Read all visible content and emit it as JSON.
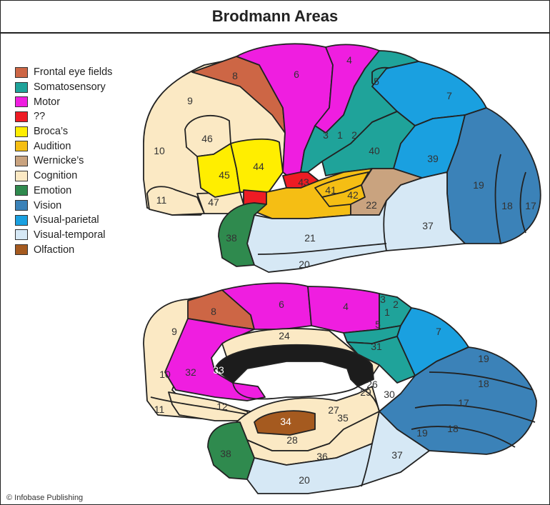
{
  "title": "Brodmann Areas",
  "copyright": "© Infobase Publishing",
  "colors": {
    "frontal_eye_fields": "#cd6645",
    "somatosensory": "#1fa39a",
    "motor": "#ef1ee0",
    "unknown": "#ee1c24",
    "brocas": "#ffee00",
    "audition": "#f5be14",
    "wernickes": "#c9a37f",
    "cognition": "#fbe9c4",
    "emotion": "#2f8a4e",
    "vision": "#3b82b8",
    "visual_parietal": "#1aa0e0",
    "visual_temporal": "#d6e8f5",
    "olfaction": "#a55a1f",
    "callosum": "#1c1c1c"
  },
  "legend": [
    {
      "label": "Frontal eye fields",
      "color": "#cd6645"
    },
    {
      "label": "Somatosensory",
      "color": "#1fa39a"
    },
    {
      "label": "Motor",
      "color": "#ef1ee0"
    },
    {
      "label": "??",
      "color": "#ee1c24"
    },
    {
      "label": "Broca’s",
      "color": "#ffee00"
    },
    {
      "label": "Audition",
      "color": "#f5be14"
    },
    {
      "label": "Wernicke’s",
      "color": "#c9a37f"
    },
    {
      "label": "Cognition",
      "color": "#fbe9c4"
    },
    {
      "label": "Emotion",
      "color": "#2f8a4e"
    },
    {
      "label": "Vision",
      "color": "#3b82b8"
    },
    {
      "label": "Visual-parietal",
      "color": "#1aa0e0"
    },
    {
      "label": "Visual-temporal",
      "color": "#d6e8f5"
    },
    {
      "label": "Olfaction",
      "color": "#a55a1f"
    }
  ],
  "lateral_areas": [
    "4",
    "5",
    "6",
    "7",
    "8",
    "9",
    "10",
    "11",
    "3",
    "1",
    "2",
    "40",
    "39",
    "46",
    "45",
    "44",
    "43",
    "41",
    "42",
    "22",
    "47",
    "19",
    "18",
    "17",
    "38",
    "21",
    "37",
    "20"
  ],
  "medial_areas": [
    "8",
    "6",
    "4",
    "3",
    "2",
    "1",
    "5",
    "7",
    "9",
    "24",
    "31",
    "19",
    "10",
    "32",
    "33",
    "26",
    "29",
    "30",
    "18",
    "17",
    "11",
    "12",
    "27",
    "35",
    "34",
    "28",
    "36",
    "37",
    "38",
    "20"
  ]
}
